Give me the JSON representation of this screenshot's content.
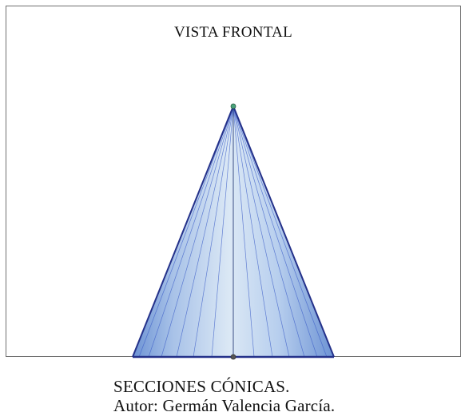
{
  "view": {
    "title": "VISTA FRONTAL"
  },
  "caption": {
    "line1": "SECCIONES CÓNICAS.",
    "line2": "Autor: Germán Valencia García."
  },
  "colors": {
    "frame_border": "#6f6f6f",
    "cone_fill_light": "#dbe8f5",
    "cone_fill_dark": "#7b9fd8",
    "generatrix": "#3e5fc8",
    "outline": "#24318a",
    "apex_point": "#4aa37a",
    "center_point": "#555555"
  },
  "icons": {
    "apex": "apex-point-icon",
    "base_center": "base-center-point-icon"
  }
}
